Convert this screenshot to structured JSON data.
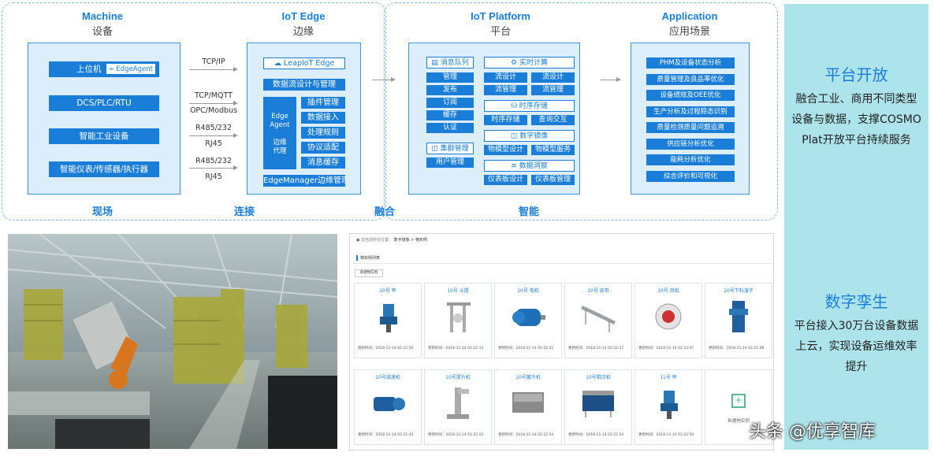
{
  "columns": {
    "machine": {
      "title": "Machine",
      "subtitle": "设备",
      "footer": "现场"
    },
    "iot_edge": {
      "title": "IoT Edge",
      "subtitle": "边缘",
      "footer": "连接"
    },
    "iot_platform": {
      "title": "IoT Platform",
      "subtitle": "平台",
      "footer": "智能"
    },
    "application": {
      "title": "Application",
      "subtitle": "应用场景"
    },
    "fusion_footer": "融合"
  },
  "machine": {
    "items": [
      "上位机",
      "DCS/PLC/RTU",
      "智能工业设备",
      "智能仪表/传感器/执行器"
    ],
    "edge_agent": "EdgeAgent"
  },
  "protocols": [
    "TCP/IP",
    "TCP/MQTT",
    "OPC/Modbus",
    "R485/232",
    "RJ45",
    "R485/232",
    "RJ45"
  ],
  "edge": {
    "leap": "LeapIoT Edge",
    "flow": "数据流设计与管理",
    "agent_label": "Edge\nAgent\n\n边缘\n代理",
    "items": [
      "插件管理",
      "数据接入",
      "处理规则",
      "协议适配",
      "消息缓存"
    ],
    "manager": "EdgeManager边缘管理"
  },
  "platform": {
    "mq": {
      "title": "消息队列",
      "items": [
        "管理",
        "发布",
        "订阅",
        "缓存",
        "认证"
      ]
    },
    "cluster": {
      "title": "集群管理",
      "items": [
        "用户管理"
      ]
    },
    "realtime": {
      "title": "实时计算",
      "items": [
        "流设计",
        "流设计",
        "流管理",
        "流管理"
      ]
    },
    "tsdb": {
      "title": "时序存储",
      "items": [
        "时序存储",
        "查询交互"
      ]
    },
    "mirror": {
      "title": "数字镜像",
      "items": [
        "物模型设计",
        "物模型服务"
      ]
    },
    "insight": {
      "title": "数据洞察",
      "items": [
        "仪表板设计",
        "仪表板管理"
      ]
    }
  },
  "application": {
    "items": [
      "PHM及设备状态分析",
      "质量管理及良品率优化",
      "设备绩效及OEE优化",
      "生产分析及过程稳态识别",
      "质量检测质量问题追溯",
      "供应链分析优化",
      "能耗分析优化",
      "综合评价和可视化"
    ]
  },
  "right_panel": {
    "open_title": "平台开放",
    "open_text": "融合工业、商用不同类型设备与数据，支撑COSMO Plat开放平台持续服务",
    "twin_title": "数字孪生",
    "twin_text": "平台接入30万台设备数据上云，实现设备运维效率提升"
  },
  "screen": {
    "breadcrumb_prefix": "您当前所在位置：",
    "breadcrumb_path": "数字镜像 > 物实例",
    "section_title": "物实例列表",
    "new_button": "新建物实例",
    "cards": [
      {
        "name": "10号 秤",
        "time": "更新时间：2018-11-14 02:22:50"
      },
      {
        "name": "10号 斗提",
        "time": "更新时间：2018-11-14 02:22:13"
      },
      {
        "name": "10号 电机",
        "time": "更新时间：2018-11-14 02:22:21"
      },
      {
        "name": "10号 皮带",
        "time": "更新时间：2018-11-14 02:22:37"
      },
      {
        "name": "10号 风机",
        "time": "更新时间：2018-11-14 02:23:07"
      },
      {
        "name": "10号下料溜子",
        "time": "更新时间：2018-11-14 02:21:08"
      },
      {
        "name": "10号减速机",
        "time": "更新时间：2018-11-14 02:21:43"
      },
      {
        "name": "10号提升机",
        "time": "更新时间：2018-11-14 02:22:03"
      },
      {
        "name": "10号篦冷机",
        "time": "更新时间：2018-11-14 02:22:54"
      },
      {
        "name": "10号辊压机",
        "time": "更新时间：2018-11-14 02:22:54"
      },
      {
        "name": "11号 秤",
        "time": "更新时间：2018-11-14 02:22:50"
      }
    ],
    "new_card": "新建物实例"
  },
  "watermark": "头条 @优享智库"
}
